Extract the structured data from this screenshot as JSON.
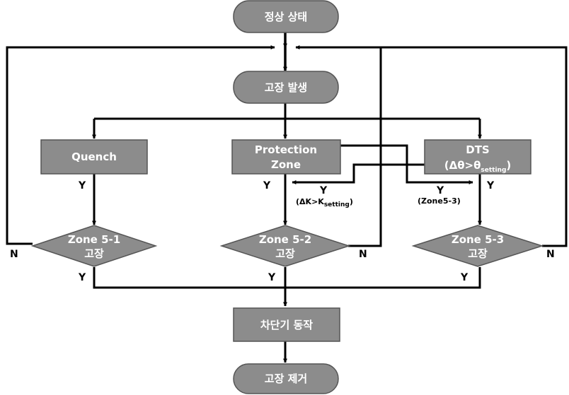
{
  "diagram": {
    "nodes": {
      "normal_state": {
        "label": "정상 상태"
      },
      "fault_occur": {
        "label": "고장 발생"
      },
      "quench": {
        "label": "Quench"
      },
      "protection_zone": {
        "line1": "Protection",
        "line2": "Zone"
      },
      "dts": {
        "line1": "DTS",
        "line2_pre": "(Δθ>θ",
        "line2_sub": "setting",
        "line2_post": ")"
      },
      "zone51": {
        "line1": "Zone 5-1",
        "line2": "고장"
      },
      "zone52": {
        "line1": "Zone 5-2",
        "line2": "고장"
      },
      "zone53": {
        "line1": "Zone 5-3",
        "line2": "고장"
      },
      "breaker": {
        "label": "차단기 동작"
      },
      "fault_clear": {
        "label": "고장 제거"
      }
    },
    "labels": {
      "y": "Y",
      "n": "N",
      "dk_pre": "(ΔK>K",
      "dk_sub": "setting",
      "dk_post": ")",
      "zone53_ref": "(Zone5-3)"
    },
    "colors": {
      "node_fill": "#8c8c8c",
      "node_stroke": "#555555",
      "line": "#000000"
    }
  }
}
